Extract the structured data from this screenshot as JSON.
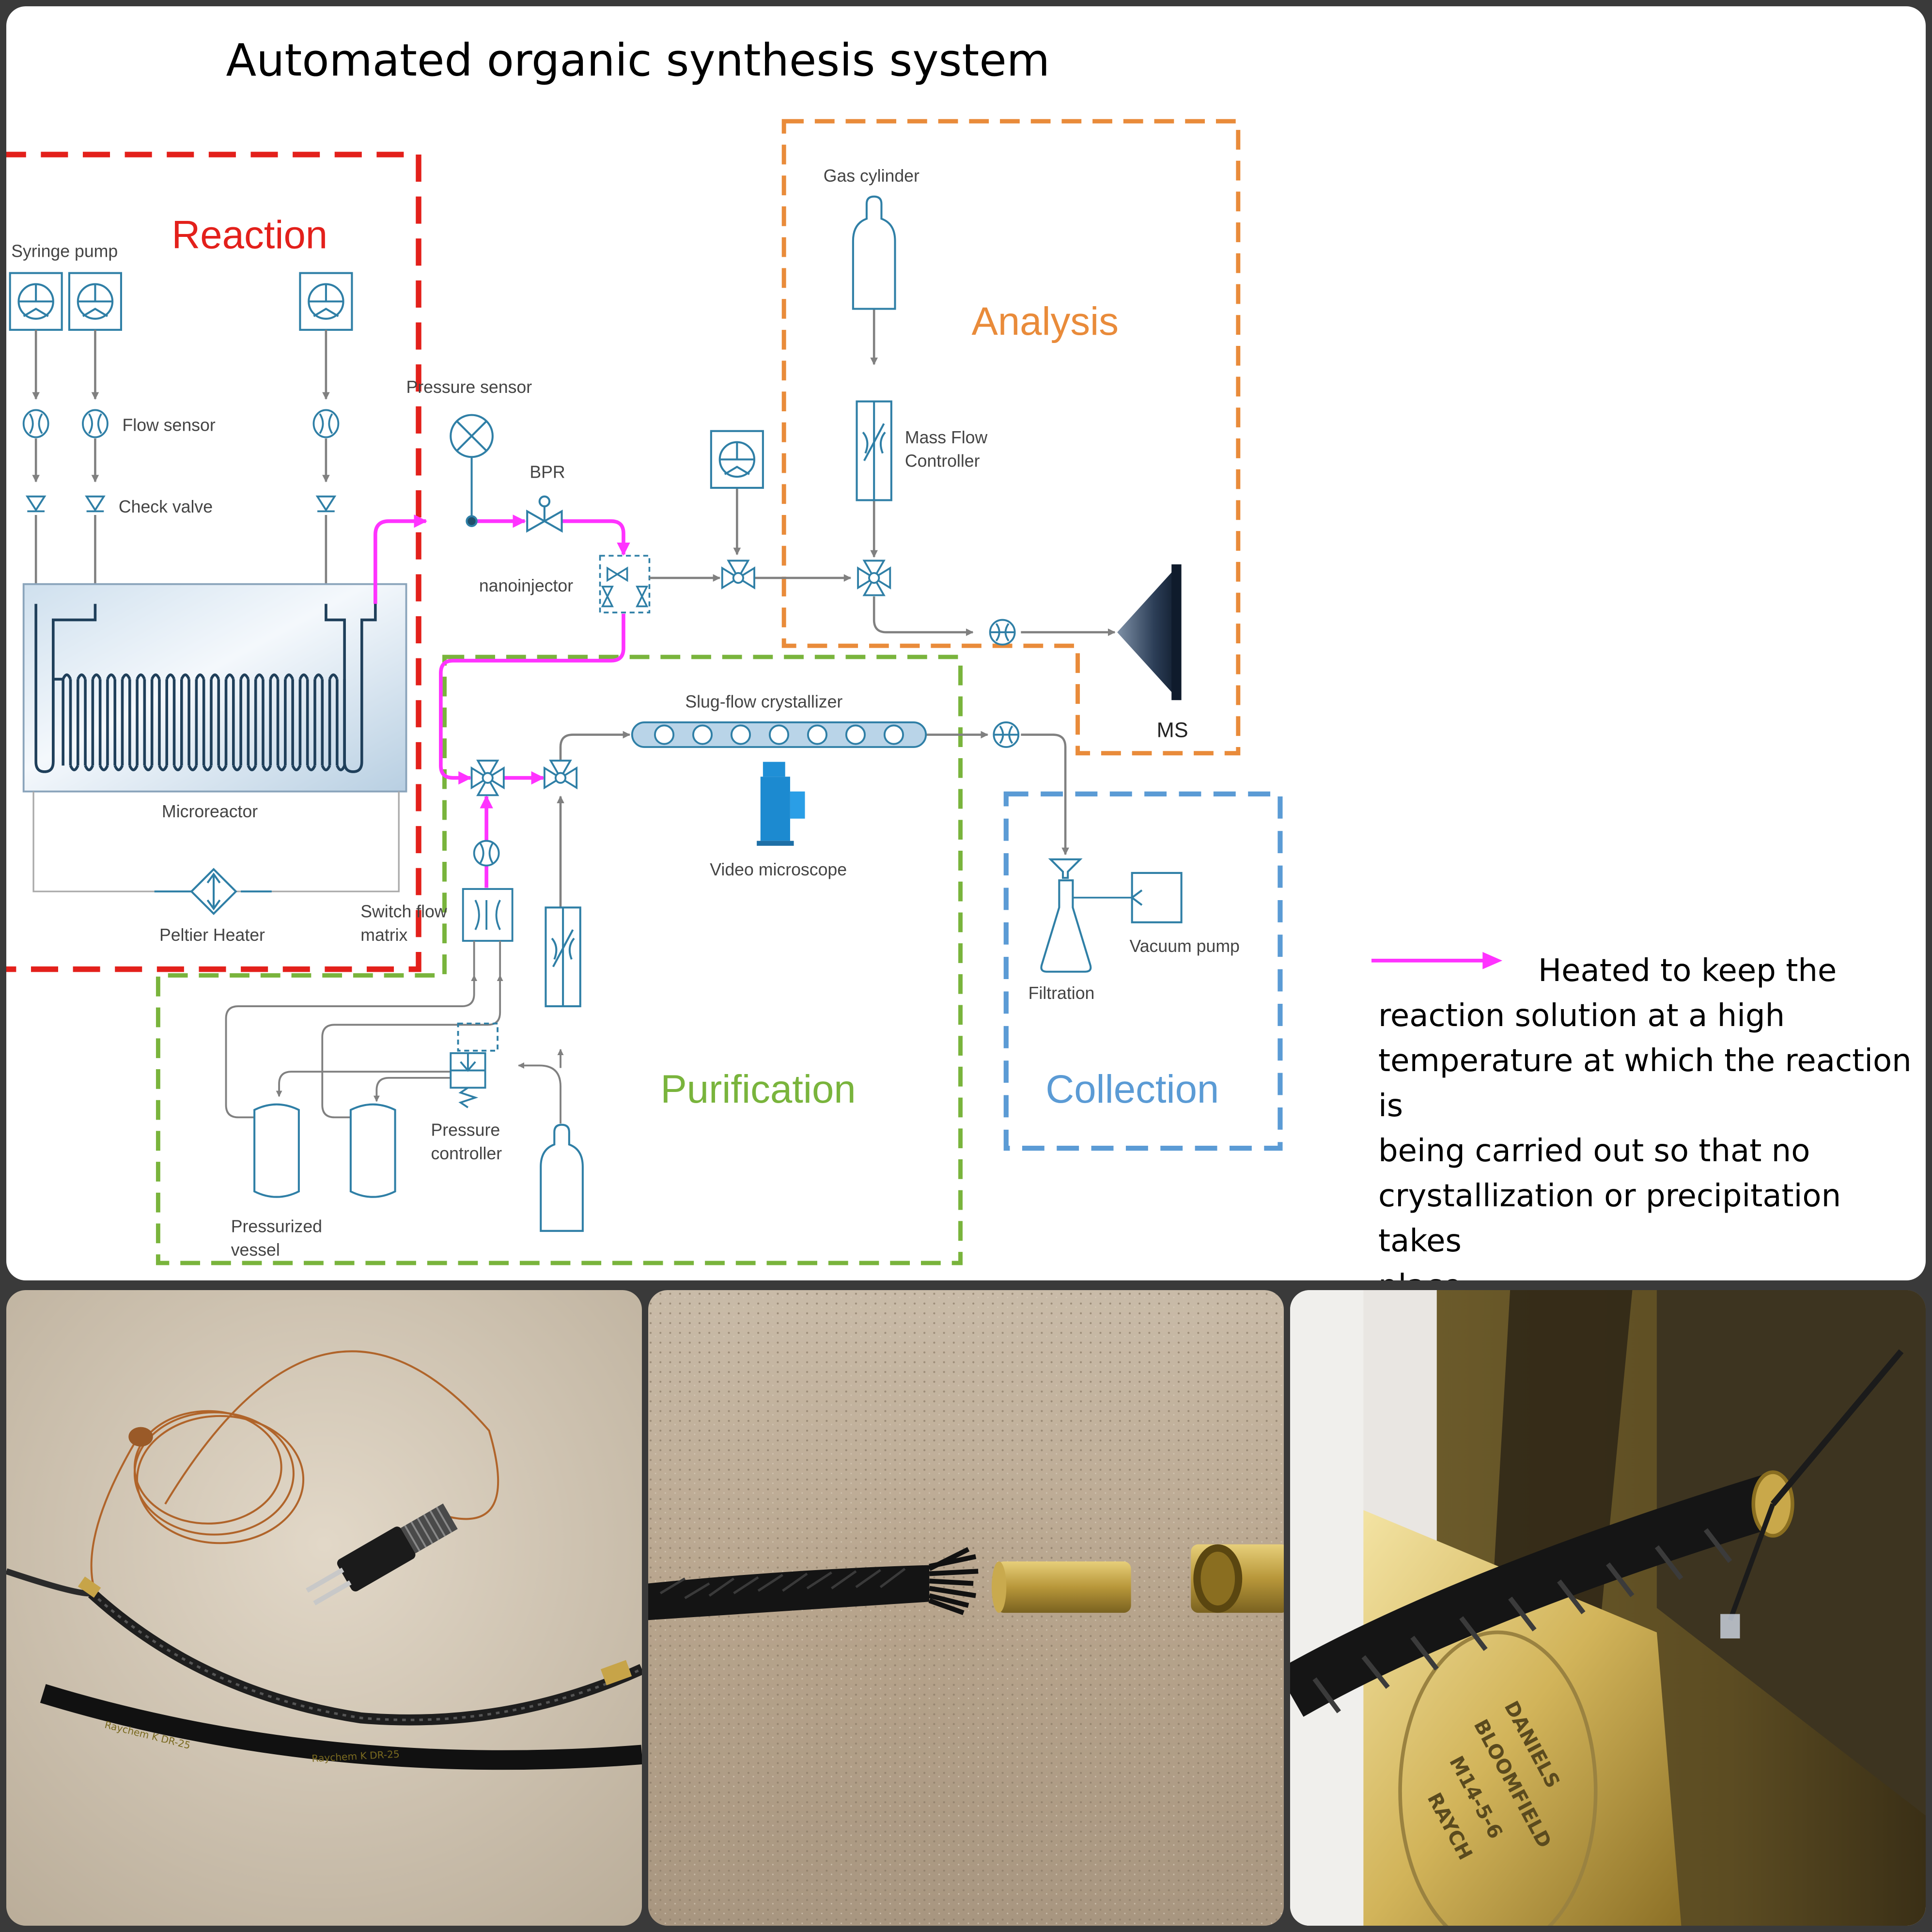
{
  "title": "Automated organic synthesis system",
  "sections": {
    "reaction": "Reaction",
    "analysis": "Analysis",
    "purification": "Purification",
    "collection": "Collection"
  },
  "labels": {
    "syringe_pump": "Syringe pump",
    "flow_sensor": "Flow sensor",
    "check_valve": "Check valve",
    "pressure_sensor": "Pressure sensor",
    "bpr": "BPR",
    "nanoinjector": "nanoinjector",
    "gas_cylinder": "Gas cylinder",
    "mass_flow_1": "Mass Flow",
    "mass_flow_2": "Controller",
    "ms": "MS",
    "microreactor": "Microreactor",
    "peltier_heater": "Peltier Heater",
    "switch_flow_1": "Switch flow",
    "switch_flow_2": "matrix",
    "slug_flow": "Slug-flow crystallizer",
    "video_microscope": "Video microscope",
    "filtration": "Filtration",
    "vacuum_pump": "Vacuum pump",
    "pressure_controller_1": "Pressure",
    "pressure_controller_2": "controller",
    "pressurized_vessel_1": "Pressurized",
    "pressurized_vessel_2": "vessel"
  },
  "legend": {
    "line1": "Heated to keep the",
    "line2": "reaction solution at a high",
    "line3": "temperature at which the reaction is",
    "line4": "being carried out so that no",
    "line5": "crystallization or precipitation takes",
    "line6": "place."
  },
  "photo_text": {
    "cable_print_1": "Raychem  K  DR-25",
    "cable_print_2": "Raychem  K  DR-25",
    "plate_line_1": "DANIELS",
    "plate_line_2": "BLOOMFIELD",
    "plate_line_3": "M14-5-6",
    "plate_line_4": "RAYCH"
  },
  "colors": {
    "reaction": "#e3201b",
    "analysis": "#e98b3a",
    "purification": "#79b43c",
    "collection": "#5b9bd5",
    "heated_line": "#ff33ff",
    "pipe": "#808080",
    "component": "#2f7fa6"
  }
}
